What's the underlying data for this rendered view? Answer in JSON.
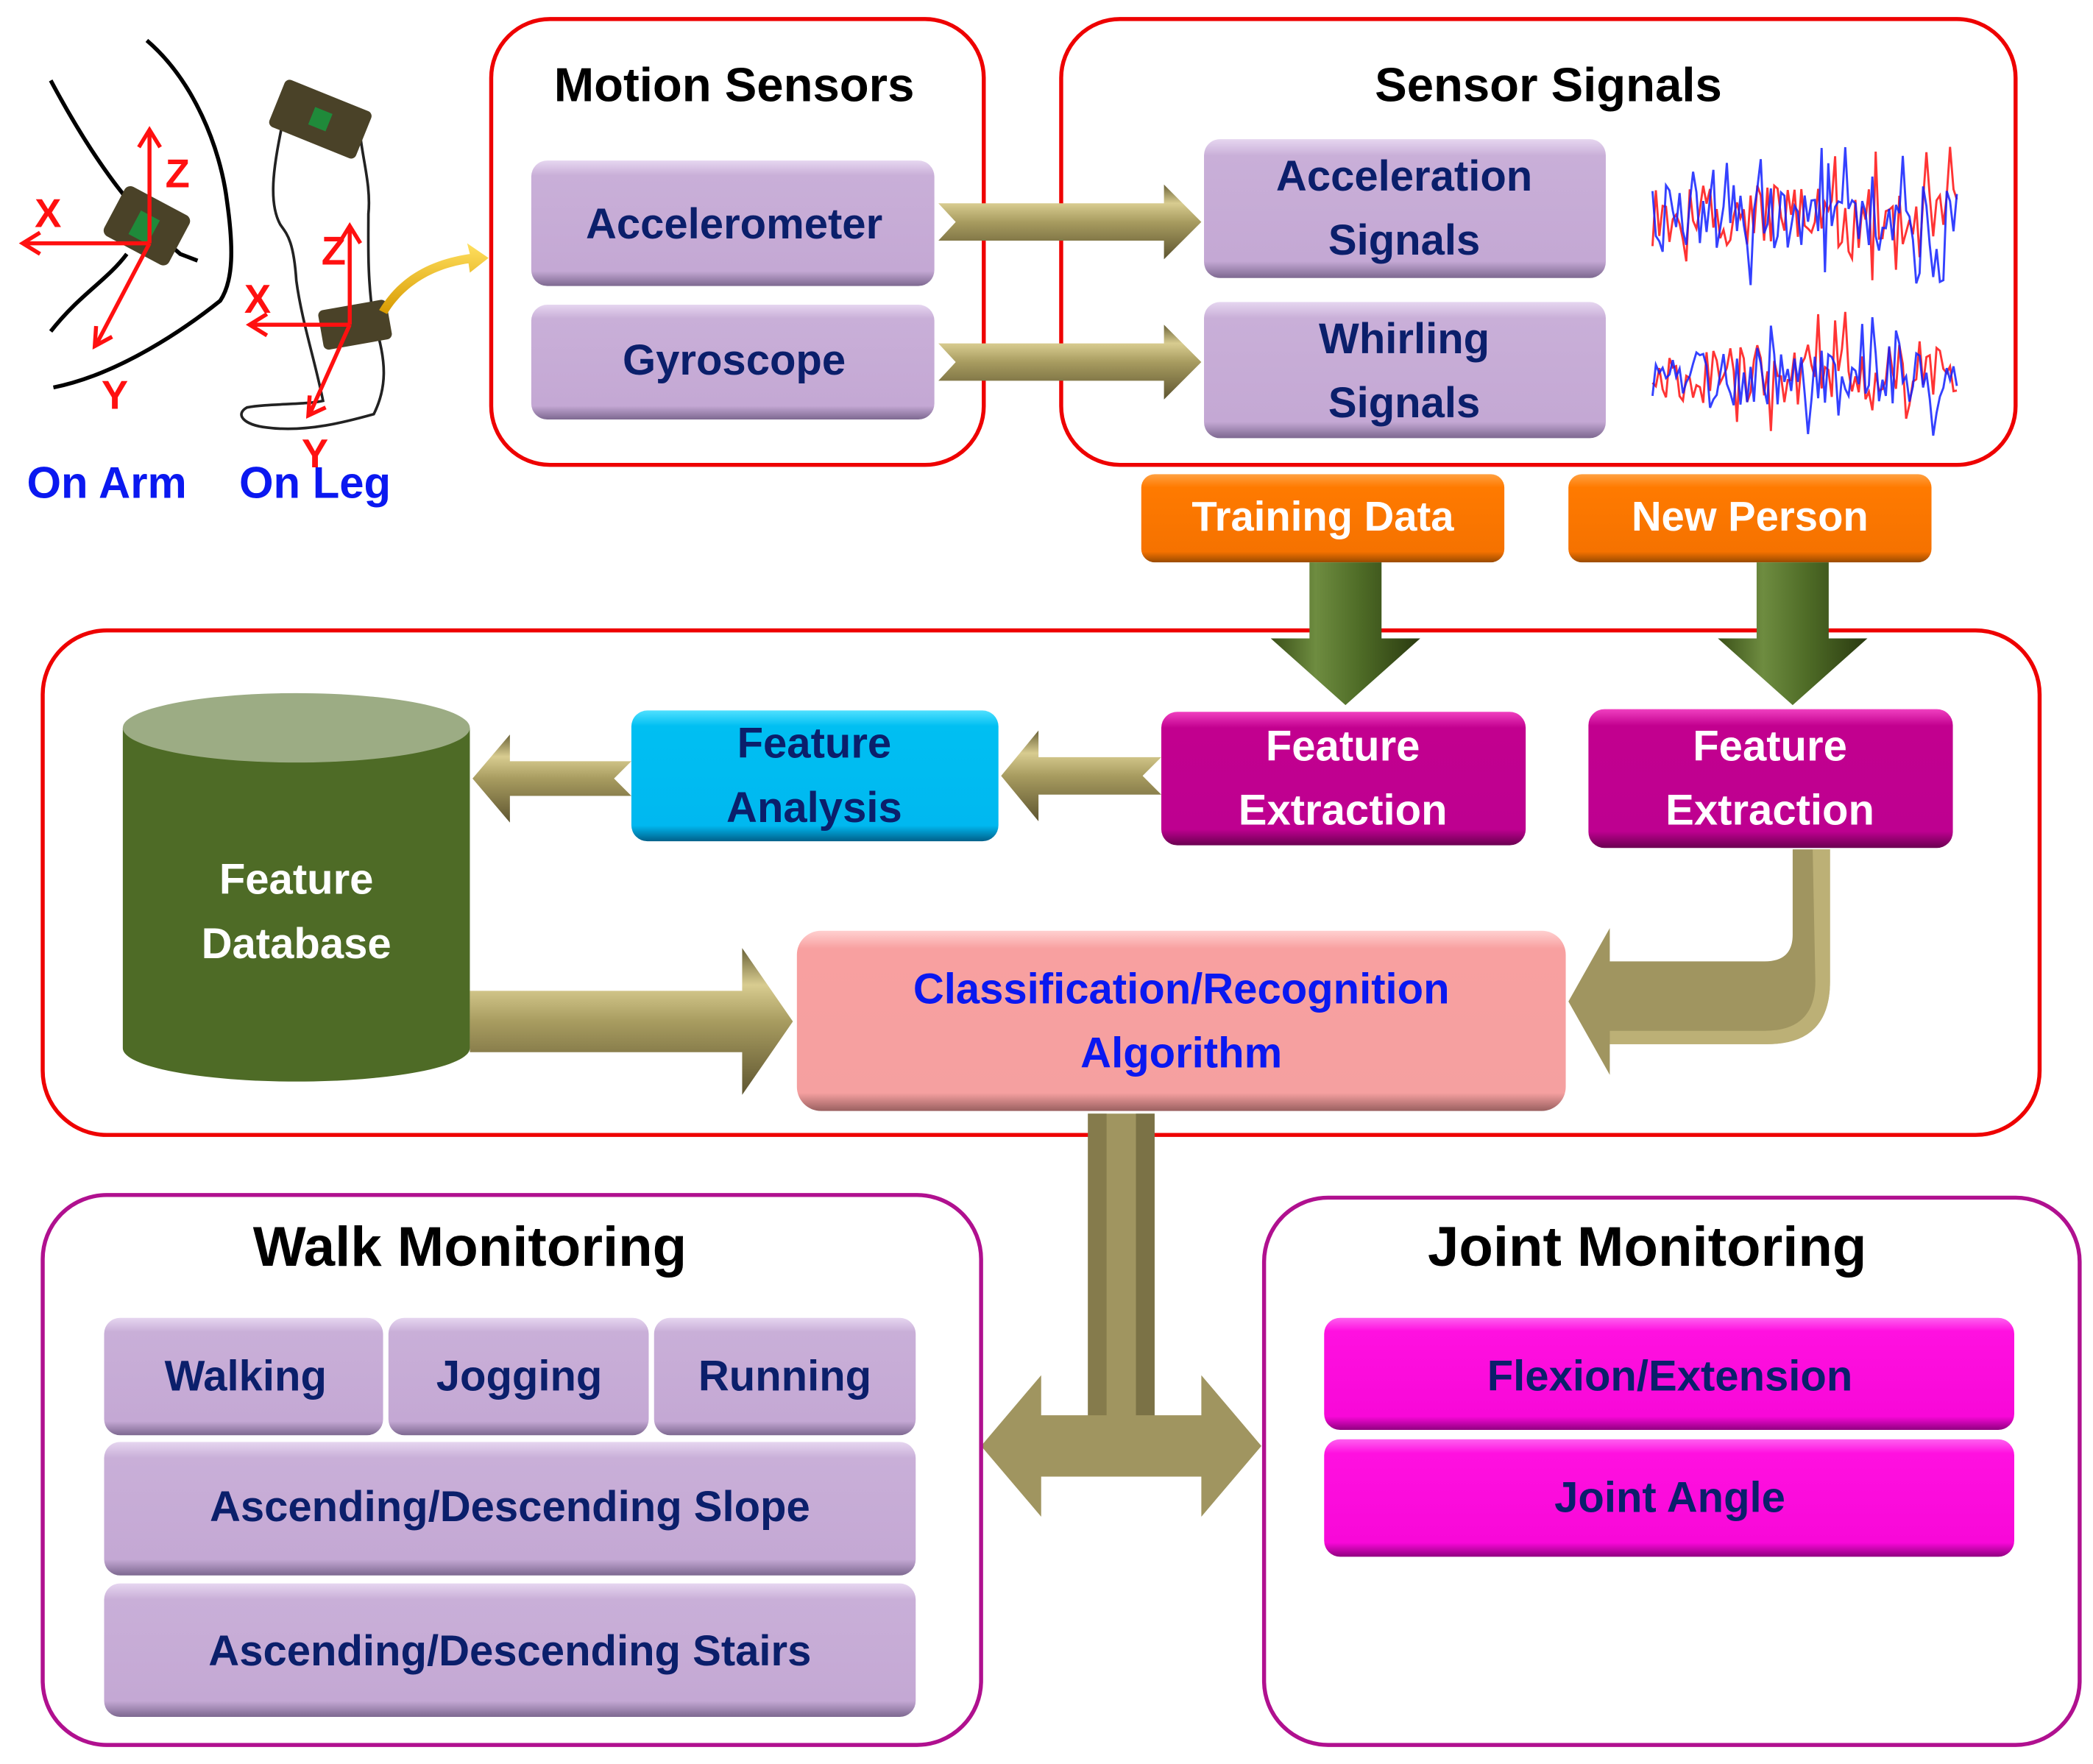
{
  "figure": {
    "sensor_illustrations": {
      "arm_label": "On Arm",
      "leg_label": "On Leg",
      "axis_x": "X",
      "axis_y": "Y",
      "axis_z": "Z"
    },
    "motion_sensors": {
      "title": "Motion Sensors",
      "items": [
        "Accelerometer",
        "Gyroscope"
      ]
    },
    "sensor_signals": {
      "title": "Sensor Signals",
      "items": [
        {
          "line1": "Acceleration",
          "line2": "Signals"
        },
        {
          "line1": "Whirling",
          "line2": "Signals"
        }
      ]
    },
    "inputs": {
      "training": "Training Data",
      "new_person": "New Person"
    },
    "processing": {
      "database": {
        "line1": "Feature",
        "line2": "Database"
      },
      "analysis": {
        "line1": "Feature",
        "line2": "Analysis"
      },
      "extraction_training": {
        "line1": "Feature",
        "line2": "Extraction"
      },
      "extraction_new": {
        "line1": "Feature",
        "line2": "Extraction"
      },
      "classifier": {
        "line1": "Classification/Recognition",
        "line2": "Algorithm"
      }
    },
    "walk_monitoring": {
      "title": "Walk Monitoring",
      "row1": [
        "Walking",
        "Jogging",
        "Running"
      ],
      "row2": "Ascending/Descending Slope",
      "row3": "Ascending/Descending Stairs"
    },
    "joint_monitoring": {
      "title": "Joint Monitoring",
      "items": [
        "Flexion/Extension",
        "Joint Angle"
      ]
    },
    "colors": {
      "group_border_red": "#ee0000",
      "group_border_magenta": "#b0108f",
      "sensor_box": "#c8b0d8",
      "input_orange": "#ff7a00",
      "extraction_magenta": "#c2008f",
      "analysis_cyan": "#00bff2",
      "classifier_pink": "#f8a0a0",
      "database_green": "#4e6b26",
      "joint_box": "#ff10e0",
      "arrow_khaki": "#a09560",
      "arrow_green": "#4e6b26",
      "text_navy": "#0b1f6b",
      "text_blue": "#0a18f0",
      "axis_red": "#ff1010"
    }
  }
}
